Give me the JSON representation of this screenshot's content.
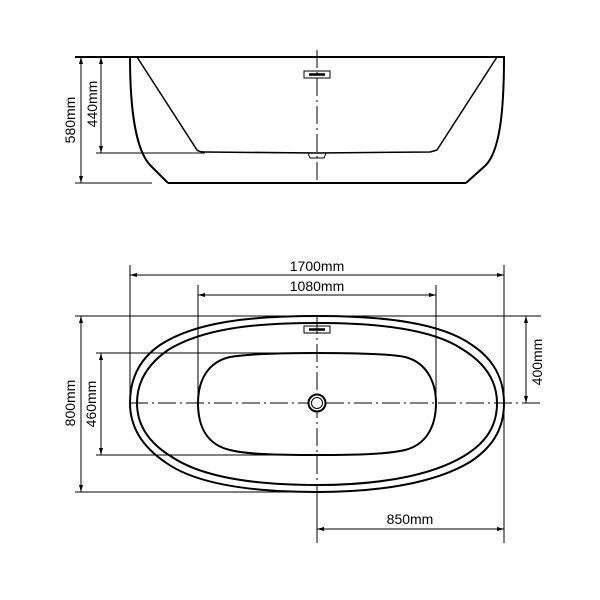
{
  "drawing": {
    "subject": "freestanding bathtub",
    "colors": {
      "line": "#000000",
      "background": "#ffffff"
    },
    "side_view": {
      "dimensions": {
        "overall_height": "580mm",
        "inner_depth": "440mm"
      }
    },
    "plan_view": {
      "dimensions": {
        "overall_length": "1700mm",
        "basin_length": "1080mm",
        "overall_width": "800mm",
        "basin_width": "460mm",
        "half_width": "400mm",
        "half_length": "850mm"
      }
    }
  }
}
